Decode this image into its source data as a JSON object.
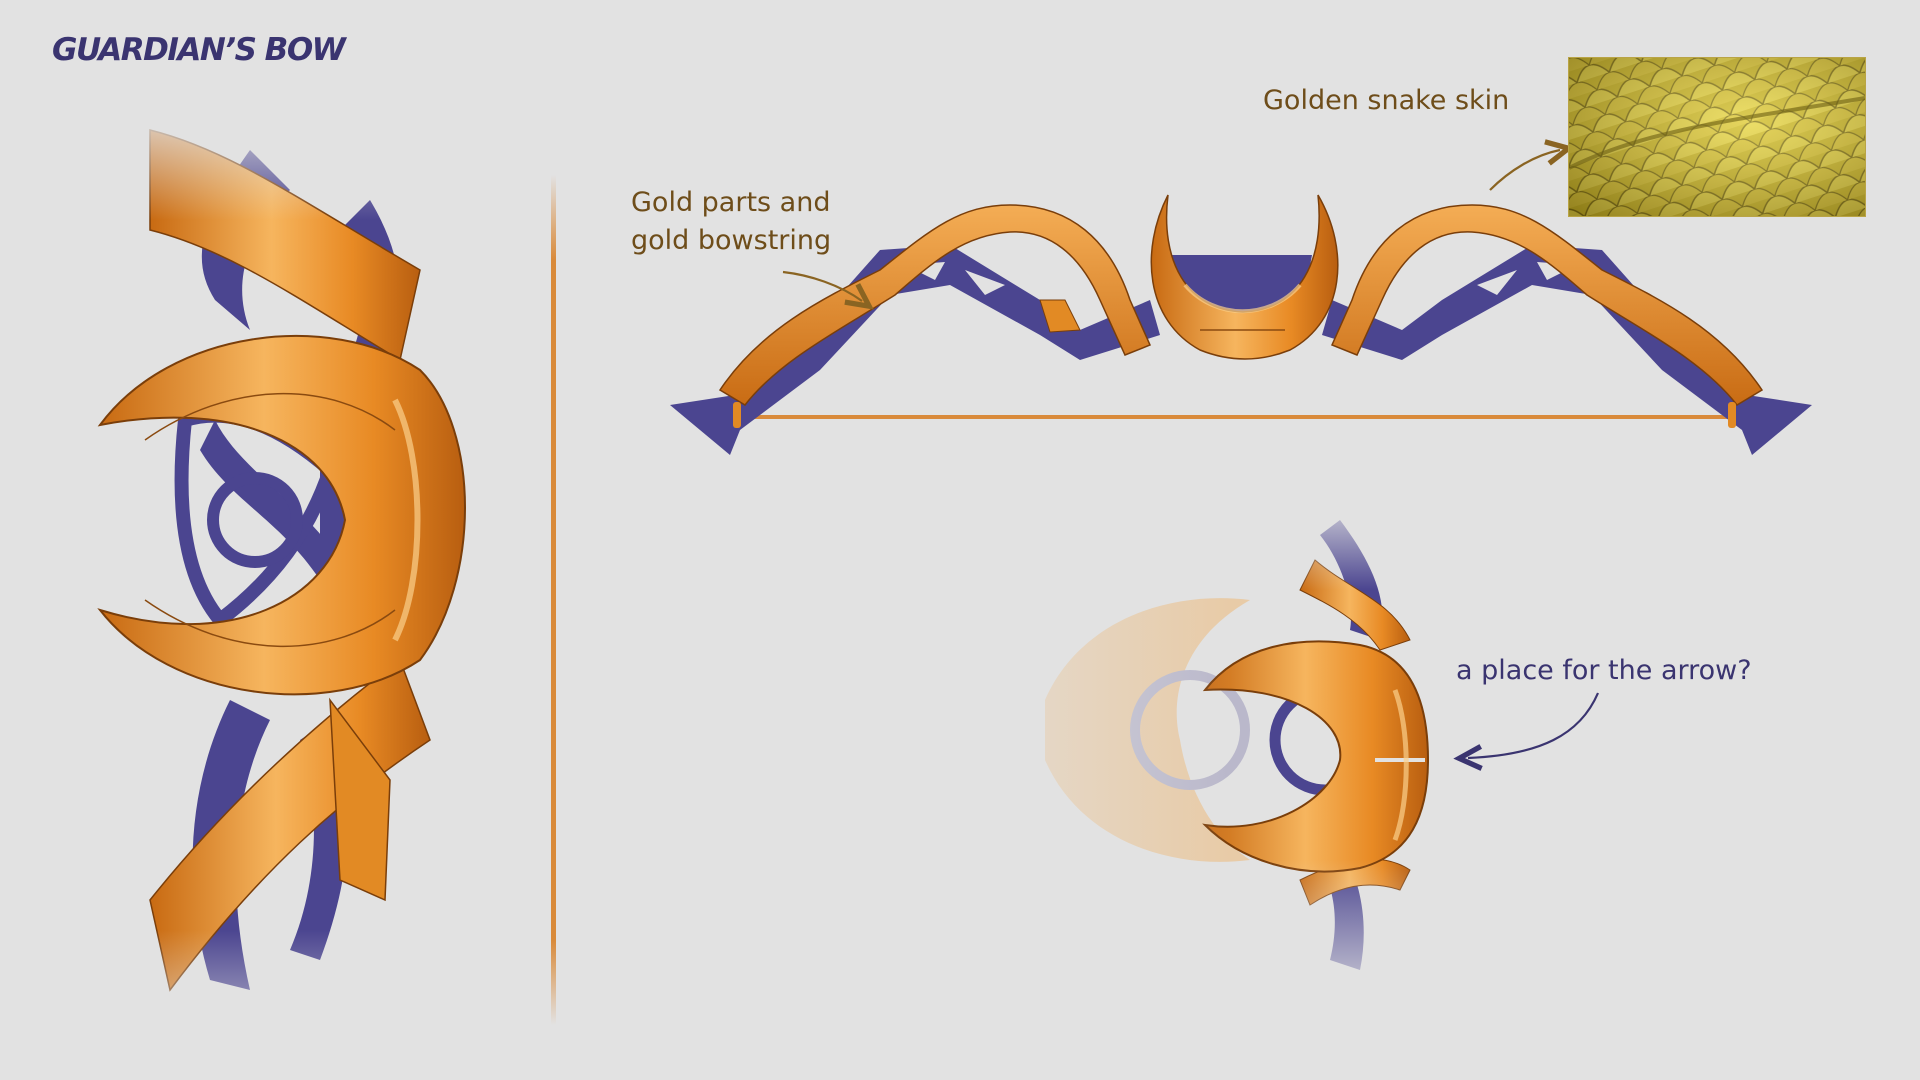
{
  "title": "GUARDIAN’S BOW",
  "annotations": {
    "gold_parts": [
      "Gold parts and",
      "gold bowstring"
    ],
    "snake_skin": "Golden snake skin",
    "arrow_question": "a place for the arrow?"
  },
  "colors": {
    "background": "#e2e2e2",
    "bow_purple": "#4b4590",
    "gold": "#e58a22",
    "gold_light": "#f5b55e",
    "title_text": "#3a3470",
    "annotation_gold": "#6e4d1a"
  },
  "views": [
    "side-view-closeup",
    "front-view-full-bow",
    "arrow-rest-closeup"
  ]
}
